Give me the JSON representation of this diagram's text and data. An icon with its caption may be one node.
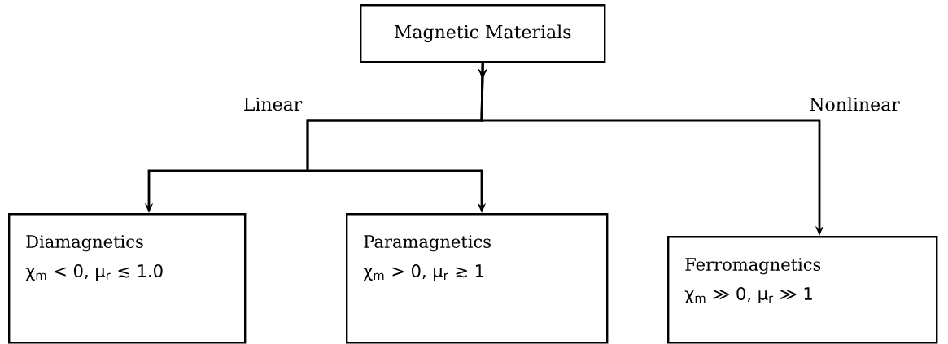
{
  "diagram": {
    "nodes": [
      {
        "text": [
          "Magnetic Materials"
        ]
      },
      {
        "text": [
          "Diamagnetics",
          "χ$_{m}$ < 0, μ$_{r}$ ≲ 1.0"
        ]
      },
      {
        "text": [
          "Paramagnetics",
          "χ$_{m}$ > 0, μ$_{r}$ ≳ 1"
        ]
      },
      {
        "text": [
          "Ferromagnetics",
          "χ$_{m}$ ≫ 0, μ$_{r}$ ≫ 1"
        ]
      }
    ],
    "edges": [
      {
        "from": 0,
        "to": 1,
        "arrow": "to",
        "label": "Linear"
      },
      {
        "from": 0,
        "to": 2,
        "arrow": "to"
      },
      {
        "from": 0,
        "to": 3,
        "arrow": "to",
        "label": "Nonlinear"
      }
    ]
  }
}
